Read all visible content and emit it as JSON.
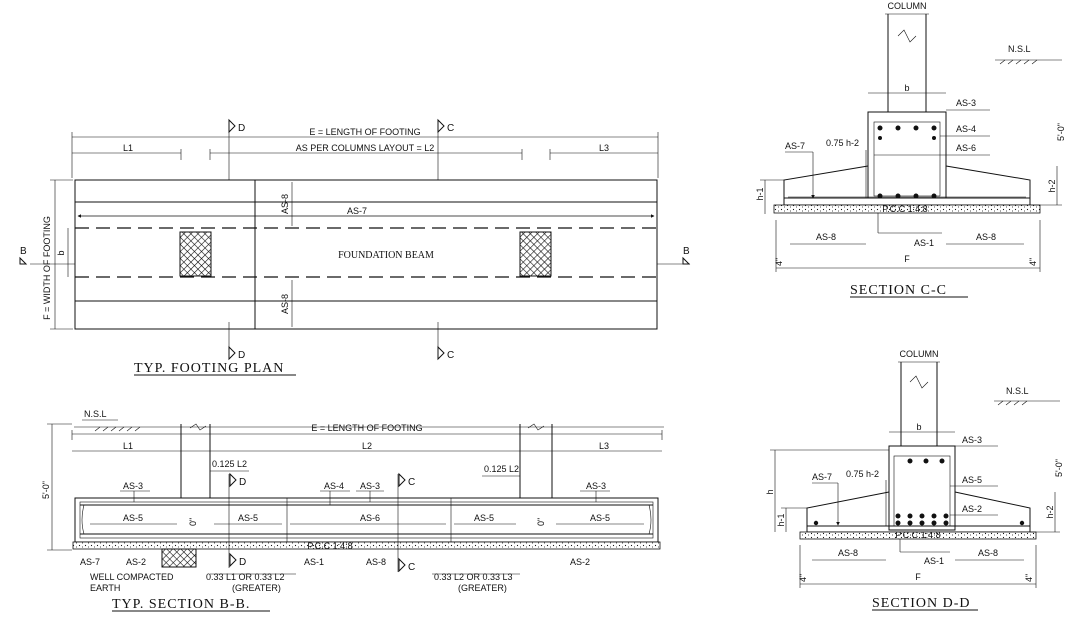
{
  "plan": {
    "title": "TYP.  FOOTING  PLAN",
    "length_label": "E = LENGTH OF FOOTING",
    "layout_label": "AS PER COLUMNS LAYOUT = L2",
    "l1": "L1",
    "l3": "L3",
    "width_label": "F = WIDTH OF FOOTING",
    "b_label": "b",
    "as7": "AS-7",
    "as8": "AS-8",
    "beam_label": "FOUNDATION  BEAM",
    "cut_b": "B",
    "cut_c": "C",
    "cut_d": "D"
  },
  "section_bb": {
    "title": "TYP.  SECTION  B-B.",
    "nsl": "N.S.L",
    "height": "5'-0\"",
    "length_label": "E = LENGTH OF FOOTING",
    "l1": "L1",
    "l2": "L2",
    "l3": "L3",
    "dim_0125": "0.125 L2",
    "as3": "AS-3",
    "as4": "AS-4",
    "as5": "AS-5",
    "as6": "AS-6",
    "as7": "AS-7",
    "as2": "AS-2",
    "as1": "AS-1",
    "as8": "AS-8",
    "zero": "0\"",
    "pcc": "P.C.C 1:4:8",
    "earth": "WELL COMPACTED",
    "earth2": "EARTH",
    "lap1": "0.33  L1  OR  0.33  L2",
    "lap2": "0.33  L2  OR  0.33  L3",
    "greater": "(GREATER)",
    "cut_c": "C",
    "cut_d": "D"
  },
  "section_cc": {
    "title": "SECTION C-C",
    "column": "COLUMN",
    "nsl": "N.S.L",
    "b_label": "b",
    "as3": "AS-3",
    "as4": "AS-4",
    "as6": "AS-6",
    "as7": "AS-7",
    "as8": "AS-8",
    "as1": "AS-1",
    "dim_075": "0.75  h-2",
    "h1": "h-1",
    "h2": "h-2",
    "height": "5'-0\"",
    "f_label": "F",
    "pcc": "P.C.C 1:4:8",
    "four": "4\""
  },
  "section_dd": {
    "title": "SECTION D-D",
    "column": "COLUMN",
    "nsl": "N.S.L",
    "b_label": "b",
    "as3": "AS-3",
    "as5": "AS-5",
    "as2": "AS-2",
    "as7": "AS-7",
    "as8": "AS-8",
    "as1": "AS-1",
    "dim_075": "0.75  h-2",
    "h_label": "h",
    "h1": "h-1",
    "h2": "h-2",
    "height": "5'-0\"",
    "f_label": "F",
    "pcc": "P.C.C 1:4:8",
    "four": "4\""
  }
}
